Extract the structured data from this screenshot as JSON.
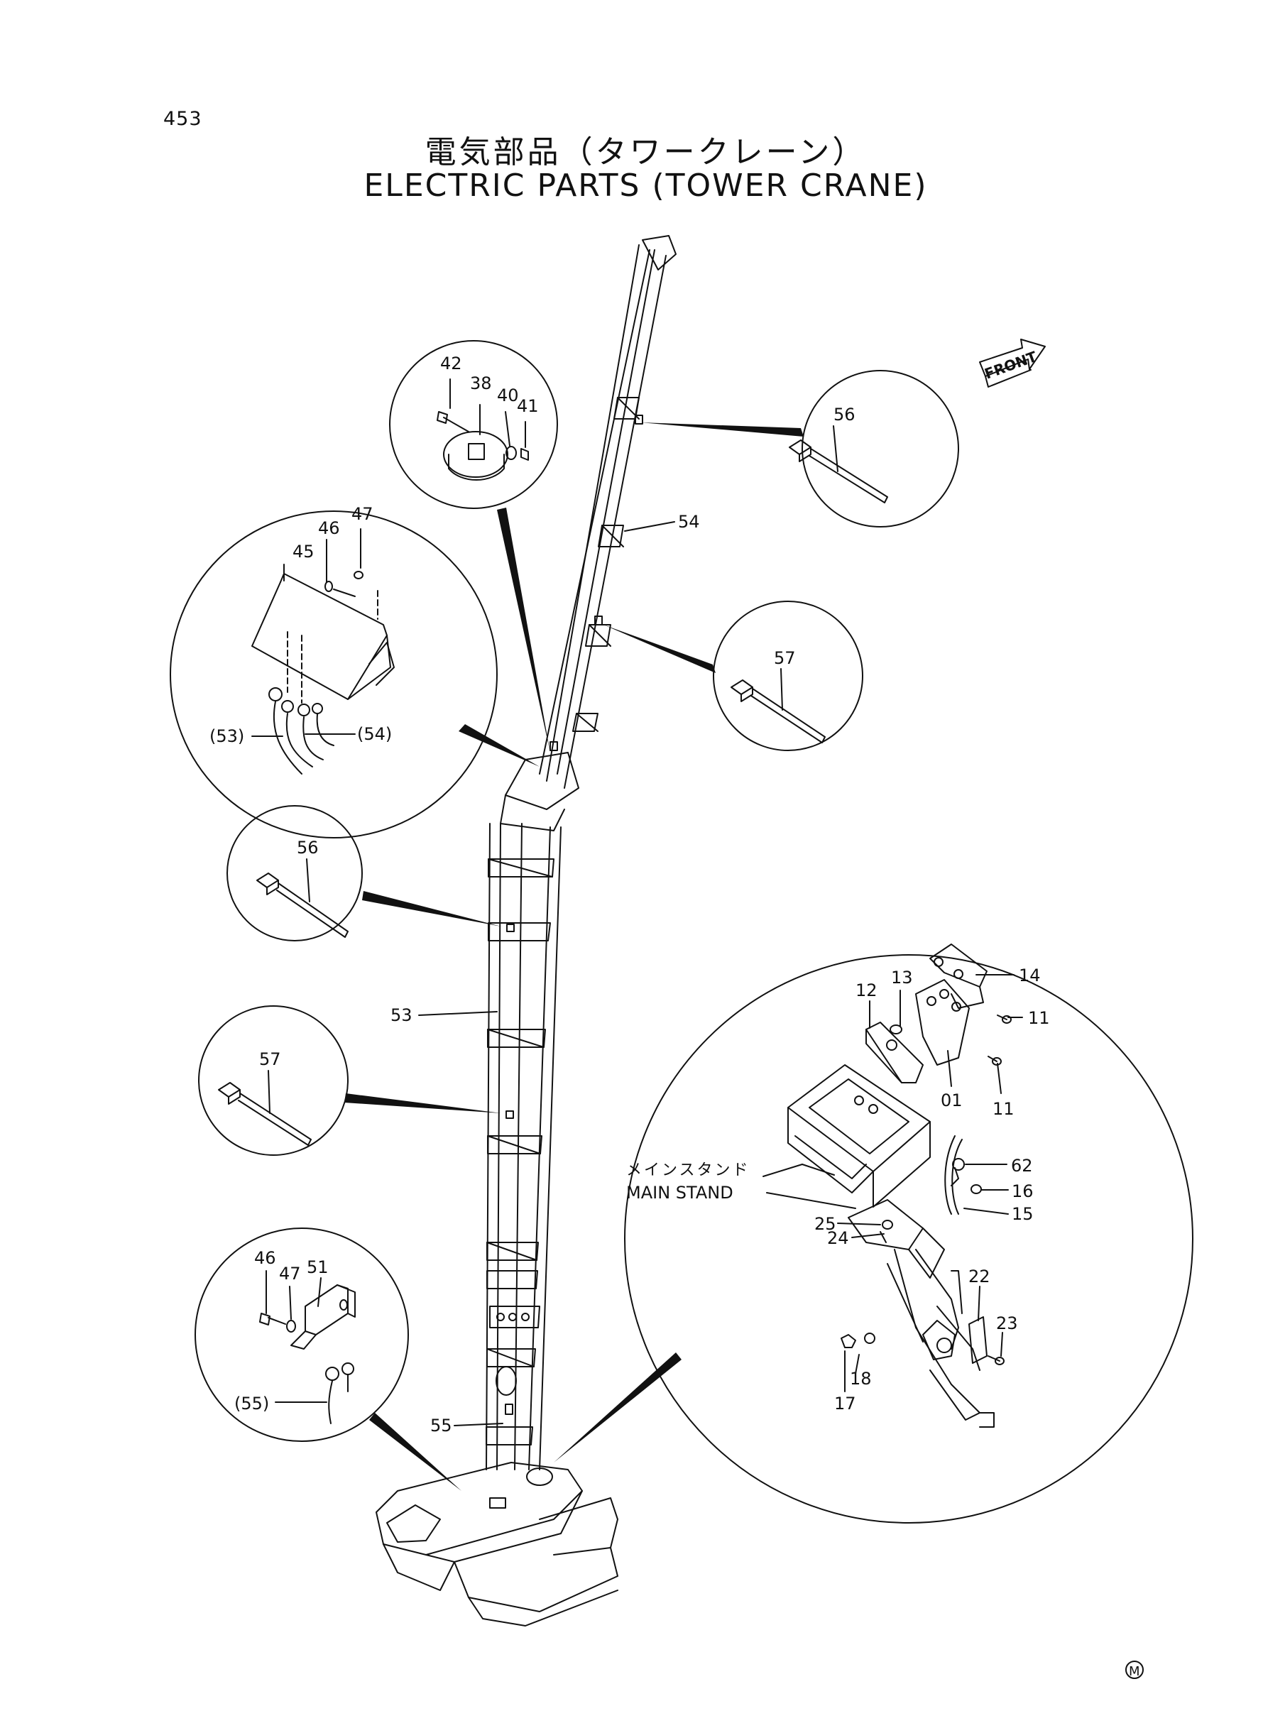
{
  "page_number": "453",
  "title": {
    "japanese": "電気部品（タワークレーン）",
    "english": "ELECTRIC PARTS (TOWER CRANE)"
  },
  "front_arrow_label": "FRONT",
  "main_stand_label": {
    "japanese": "メインスタンド",
    "english": "MAIN STAND"
  },
  "mark_symbol": "M",
  "callouts": {
    "c56_top": "56",
    "c54_boom": "54",
    "c57_top": "57",
    "c42": "42",
    "c38": "38",
    "c40": "40",
    "c41": "41",
    "c45": "45",
    "c46_box": "46",
    "c47_box": "47",
    "c53_box": "(53)",
    "c54_box": "(54)",
    "c56_left": "56",
    "c53_tower": "53",
    "c57_left": "57",
    "c46_lower": "46",
    "c47_lower": "47",
    "c51": "51",
    "c55_box": "(55)",
    "c55_tower": "55",
    "c12": "12",
    "c13": "13",
    "c14": "14",
    "c11_a": "11",
    "c01": "01",
    "c11_b": "11",
    "c62": "62",
    "c16": "16",
    "c15": "15",
    "c25": "25",
    "c24": "24",
    "c22": "22",
    "c23": "23",
    "c18": "18",
    "c17": "17"
  },
  "colors": {
    "line": "#111111",
    "background": "#ffffff"
  }
}
